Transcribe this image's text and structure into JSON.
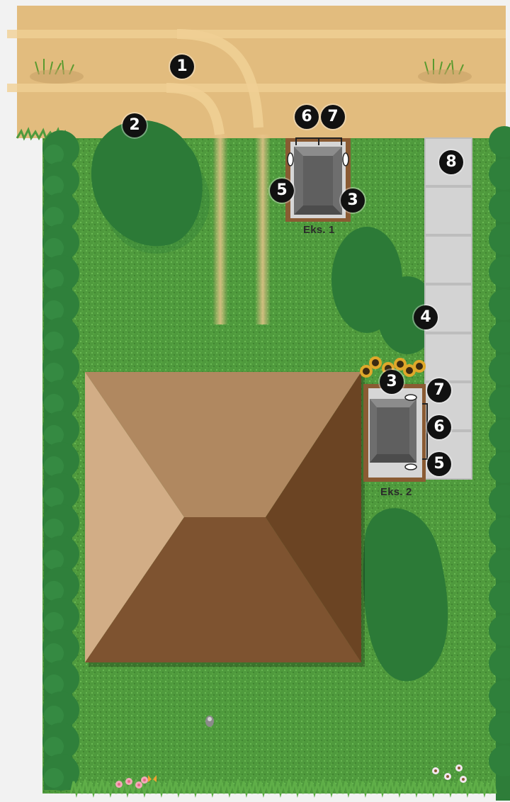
{
  "markers": {
    "m1": "1",
    "m2": "2",
    "m3a": "3",
    "m3b": "3",
    "m4": "4",
    "m5a": "5",
    "m5b": "5",
    "m6a": "6",
    "m6b": "6",
    "m7a": "7",
    "m7b": "7",
    "m8": "8"
  },
  "captions": {
    "example1": "Eks. 1",
    "example2": "Eks. 2"
  },
  "colors": {
    "lawn": "#4e9a3c",
    "hedge": "#2f7d3a",
    "dirt_road": "#e2bc7e",
    "path_tiles": "#d2d2d2",
    "roof_light": "#b08860",
    "roof_dark": "#6b4423",
    "charging_station": "#6e6e6e",
    "marker": "#111111"
  },
  "icons": [
    "grass-tuft-icon",
    "sunflower-icon",
    "flower-icon",
    "butterfly-icon",
    "gnome-icon"
  ]
}
